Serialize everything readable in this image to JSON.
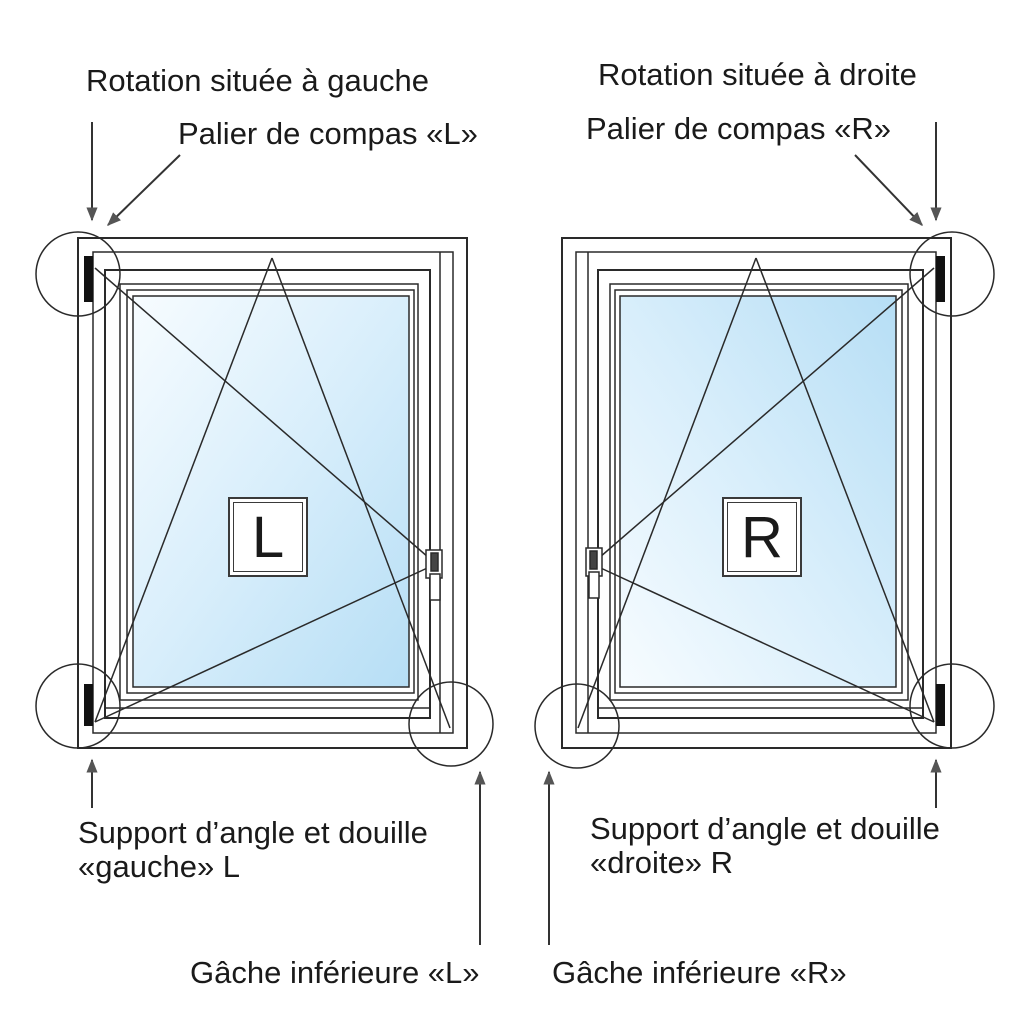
{
  "left": {
    "rotation": "Rotation située à gauche",
    "palier": "Palier de compas «L»",
    "support": "Support d’angle et douille\n«gauche» L",
    "gache": "Gâche inférieure «L»",
    "letter": "L"
  },
  "right": {
    "rotation": "Rotation située à droite",
    "palier": "Palier de compas «R»",
    "support": "Support d’angle et douille\n«droite» R",
    "gache": "Gâche inférieure «R»",
    "letter": "R"
  },
  "colors": {
    "glass_light": "#f4fbff",
    "glass_blue": "#b9e0f6",
    "stroke": "#2a2a2a",
    "hinge": "#111111"
  }
}
